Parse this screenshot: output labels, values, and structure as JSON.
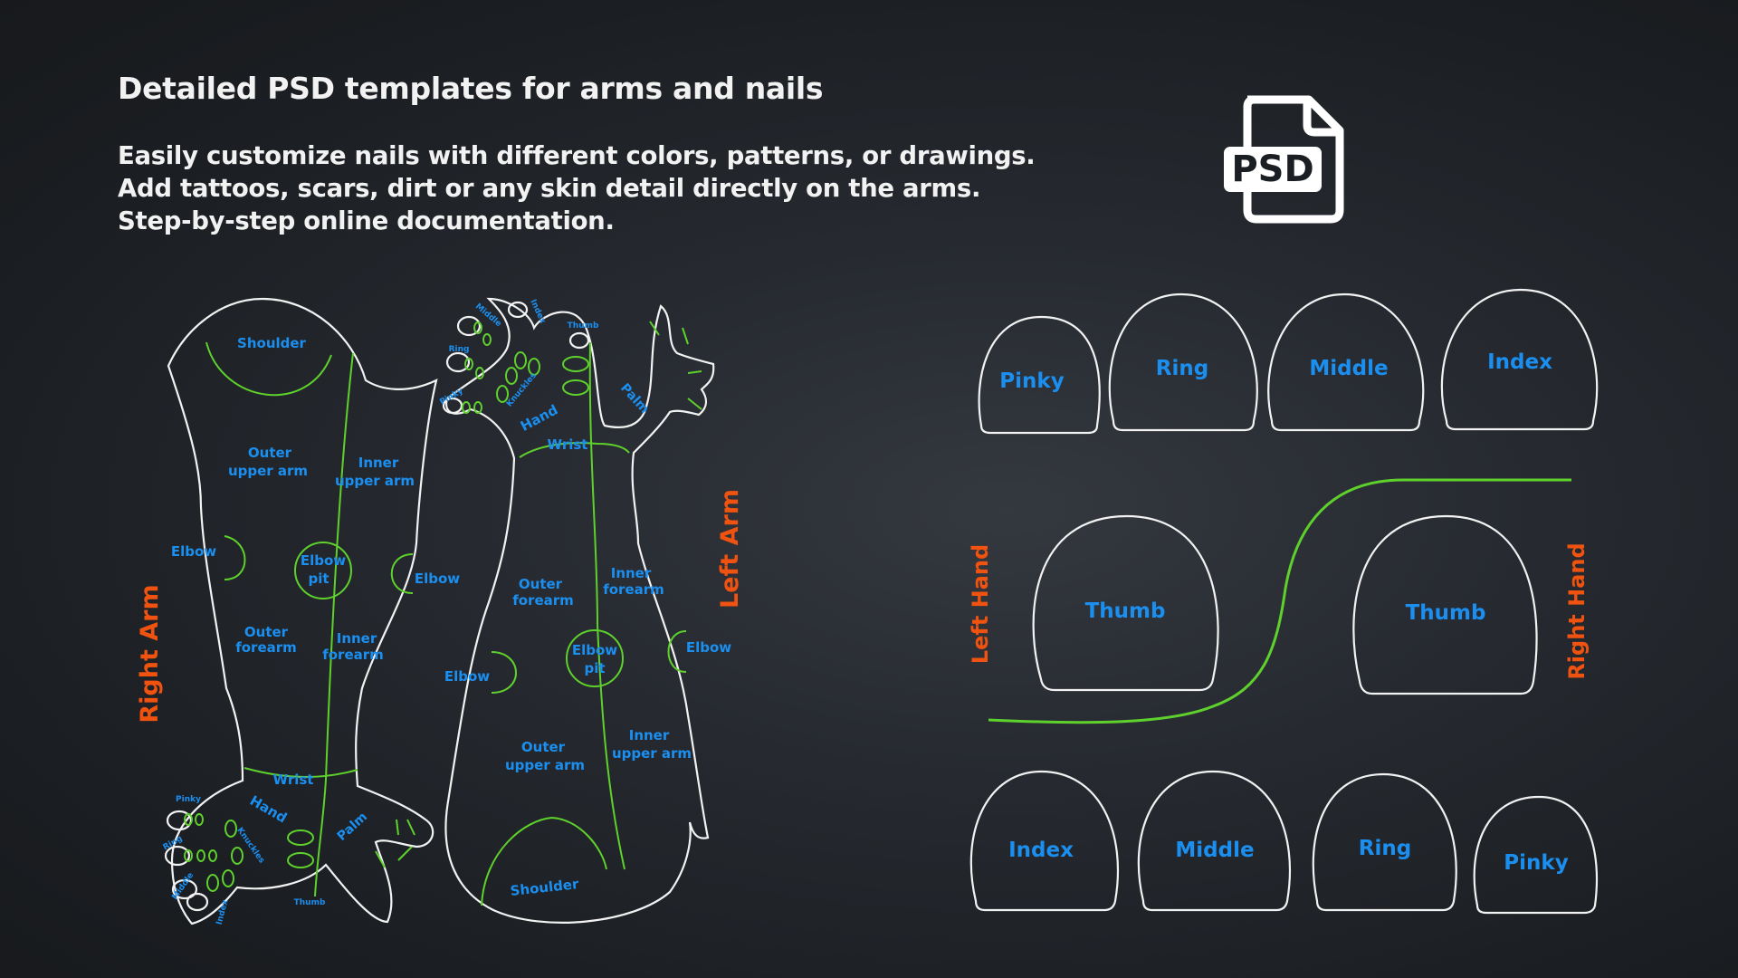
{
  "header": {
    "headline": "Detailed PSD templates for arms and nails",
    "lines": [
      "Easily customize nails with different colors, patterns, or drawings.",
      "Add tattoos, scars, dirt or any skin detail directly on the arms.",
      "Step-by-step online documentation."
    ]
  },
  "psd_icon": {
    "label": "PSD",
    "icon": "psd-file-icon"
  },
  "right_arm": {
    "title": "Right Arm",
    "labels": {
      "shoulder": "Shoulder",
      "outer_upper": [
        "Outer",
        "upper arm"
      ],
      "inner_upper": [
        "Inner",
        "upper arm"
      ],
      "elbow_left": "Elbow",
      "elbow_right": "Elbow",
      "elbow_pit": [
        "Elbow",
        "pit"
      ],
      "outer_forearm": [
        "Outer",
        "forearm"
      ],
      "inner_forearm": [
        "Inner",
        "forearm"
      ],
      "wrist": "Wrist",
      "hand": "Hand",
      "palm": "Palm",
      "knuckles": "Knuckles",
      "pinky": "Pinky",
      "ring": "Ring",
      "middle": "Middle",
      "index": "Index",
      "thumb": "Thumb"
    }
  },
  "left_arm": {
    "title": "Left Arm",
    "labels": {
      "shoulder": "Shoulder",
      "outer_upper": [
        "Outer",
        "upper arm"
      ],
      "inner_upper": [
        "Inner",
        "upper arm"
      ],
      "elbow_left": "Elbow",
      "elbow_right": "Elbow",
      "elbow_pit": [
        "Elbow",
        "pit"
      ],
      "outer_forearm": [
        "Outer",
        "forearm"
      ],
      "inner_forearm": [
        "Inner",
        "forearm"
      ],
      "wrist": "Wrist",
      "hand": "Hand",
      "palm": "Palm",
      "knuckles": "Knuckles",
      "pinky": "Pinky",
      "ring": "Ring",
      "middle": "Middle",
      "index": "Index",
      "thumb": "Thumb"
    }
  },
  "nails": {
    "left_hand_title": "Left Hand",
    "right_hand_title": "Right Hand",
    "top_row": [
      "Pinky",
      "Ring",
      "Middle",
      "Index"
    ],
    "thumbs": [
      "Thumb",
      "Thumb"
    ],
    "bottom_row": [
      "Index",
      "Middle",
      "Ring",
      "Pinky"
    ]
  },
  "colors": {
    "label_blue": "#1b8ff0",
    "title_orange": "#f0520f",
    "guide_green": "#5fd12c",
    "outline": "#f2f2f2"
  }
}
